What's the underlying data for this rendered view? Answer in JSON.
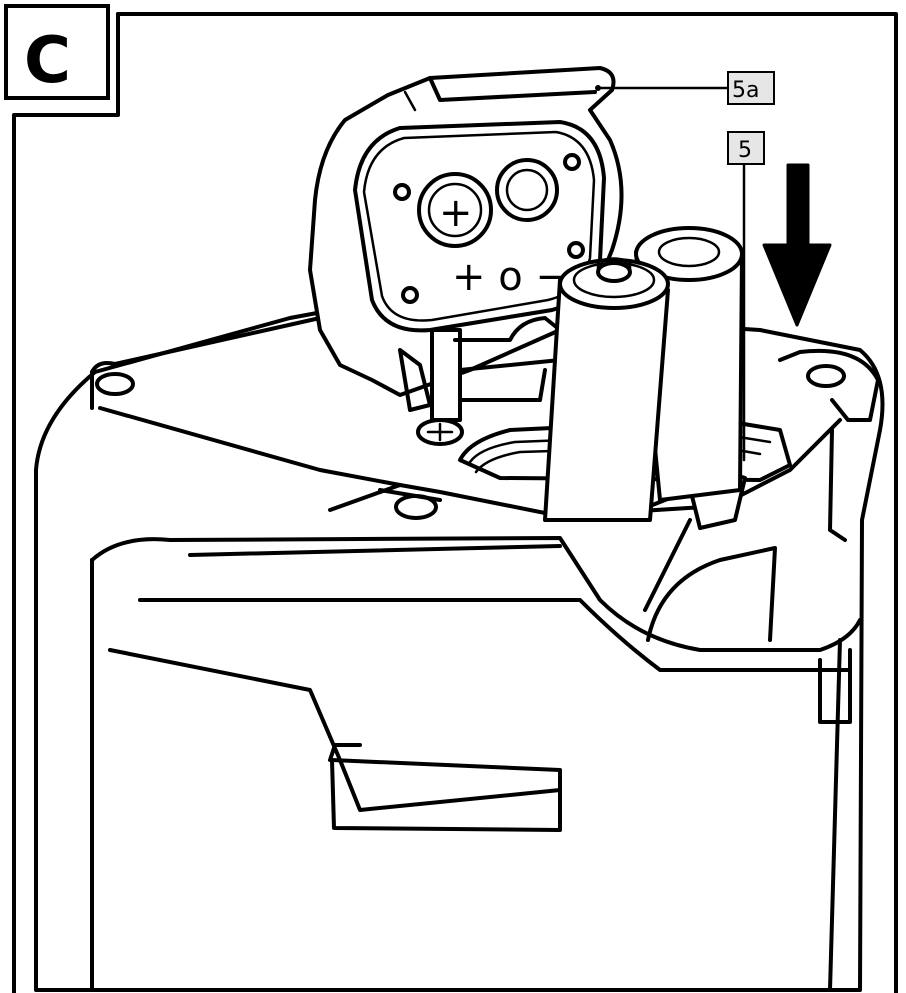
{
  "panel": {
    "letter": "C"
  },
  "callouts": [
    {
      "id": "5a",
      "label": "5a"
    },
    {
      "id": "5",
      "label": "5"
    }
  ],
  "contacts": {
    "plus_symbol": "+",
    "minus_symbol": "−",
    "row_text": "+ o −"
  },
  "illustration": {
    "subject": "battery-compartment-with-two-batteries",
    "arrow_direction": "down",
    "colors": {
      "ink": "#000000",
      "paper": "#ffffff",
      "callout_fill": "#e6e6e6"
    }
  }
}
